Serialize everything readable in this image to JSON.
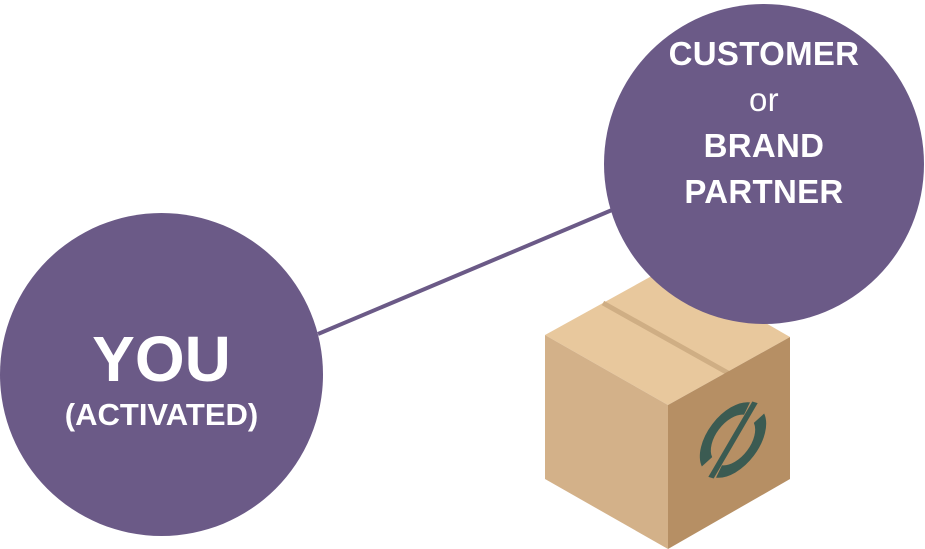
{
  "diagram": {
    "you_node": {
      "title": "YOU",
      "subtitle": "(ACTIVATED)"
    },
    "partner_node": {
      "line1": "CUSTOMER",
      "line2": "or",
      "line3": "BRAND",
      "line4": "PARTNER"
    },
    "package": {
      "icon": "package-box-icon",
      "logo_icon": "circular-arrows-logo-icon"
    },
    "colors": {
      "node_fill": "#6b5a87",
      "node_text": "#ffffff",
      "connector": "#6b5a87",
      "box_top": "#e8c89d",
      "box_left": "#d2b088",
      "box_right": "#b68f64",
      "logo": "#3b5b52"
    }
  }
}
